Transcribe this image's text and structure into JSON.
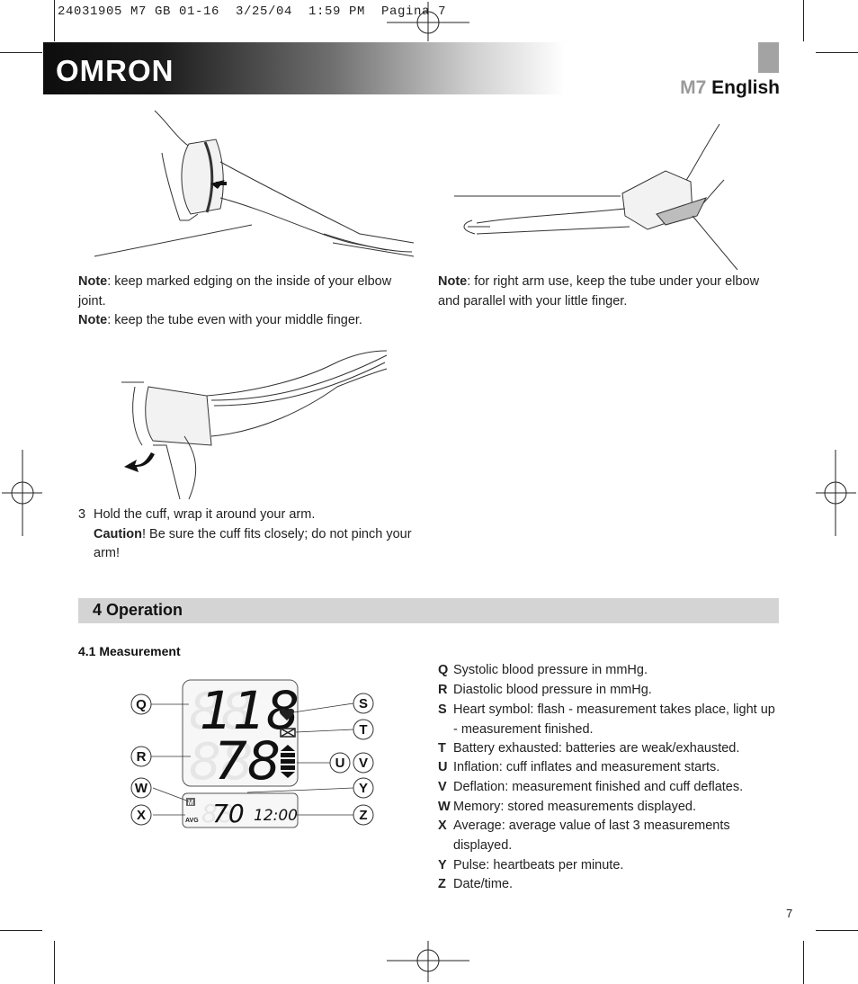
{
  "print_header": "24031905 M7 GB 01-16  3/25/04  1:59 PM  Pagina 7",
  "brand": {
    "logo": "OMRON"
  },
  "header": {
    "model": "M7",
    "language": "English"
  },
  "notes_left": [
    {
      "label": "Note",
      "text": ": keep marked edging on the inside of your elbow joint."
    },
    {
      "label": "Note",
      "text": ": keep the tube even with your middle finger."
    }
  ],
  "note_right": {
    "label": "Note",
    "text": ": for right arm use, keep the tube under your elbow and parallel with your little finger."
  },
  "step3": {
    "number": "3",
    "text": "Hold the cuff, wrap it around your arm.",
    "caution_label": "Caution",
    "caution_text": "! Be sure the cuff fits closely; do not pinch your arm!"
  },
  "section": {
    "title": "4 Operation"
  },
  "subsection": {
    "title": "4.1 Measurement"
  },
  "display": {
    "systolic": "118",
    "diastolic": "78",
    "pulse": "70",
    "time": "12:00",
    "mem_icon": "M",
    "avg_label": "AVG"
  },
  "callouts": [
    "Q",
    "R",
    "W",
    "X",
    "S",
    "T",
    "U",
    "V",
    "Y",
    "Z"
  ],
  "legend": [
    {
      "key": "Q",
      "text": "Systolic blood pressure in mmHg."
    },
    {
      "key": "R",
      "text": "Diastolic blood pressure in mmHg."
    },
    {
      "key": "S",
      "text": "Heart symbol: flash - measurement takes place, light up - measurement finished."
    },
    {
      "key": "T",
      "text": "Battery exhausted: batteries are weak/exhausted."
    },
    {
      "key": "U",
      "text": "Inflation: cuff inflates and measurement starts."
    },
    {
      "key": "V",
      "text": "Deflation: measurement finished and cuff deflates."
    },
    {
      "key": "W",
      "text": "Memory: stored measurements displayed."
    },
    {
      "key": "X",
      "text": "Average: average value of last 3 measurements displayed."
    },
    {
      "key": "Y",
      "text": "Pulse: heartbeats per minute."
    },
    {
      "key": "Z",
      "text": "Date/time."
    }
  ],
  "page_number": "7"
}
